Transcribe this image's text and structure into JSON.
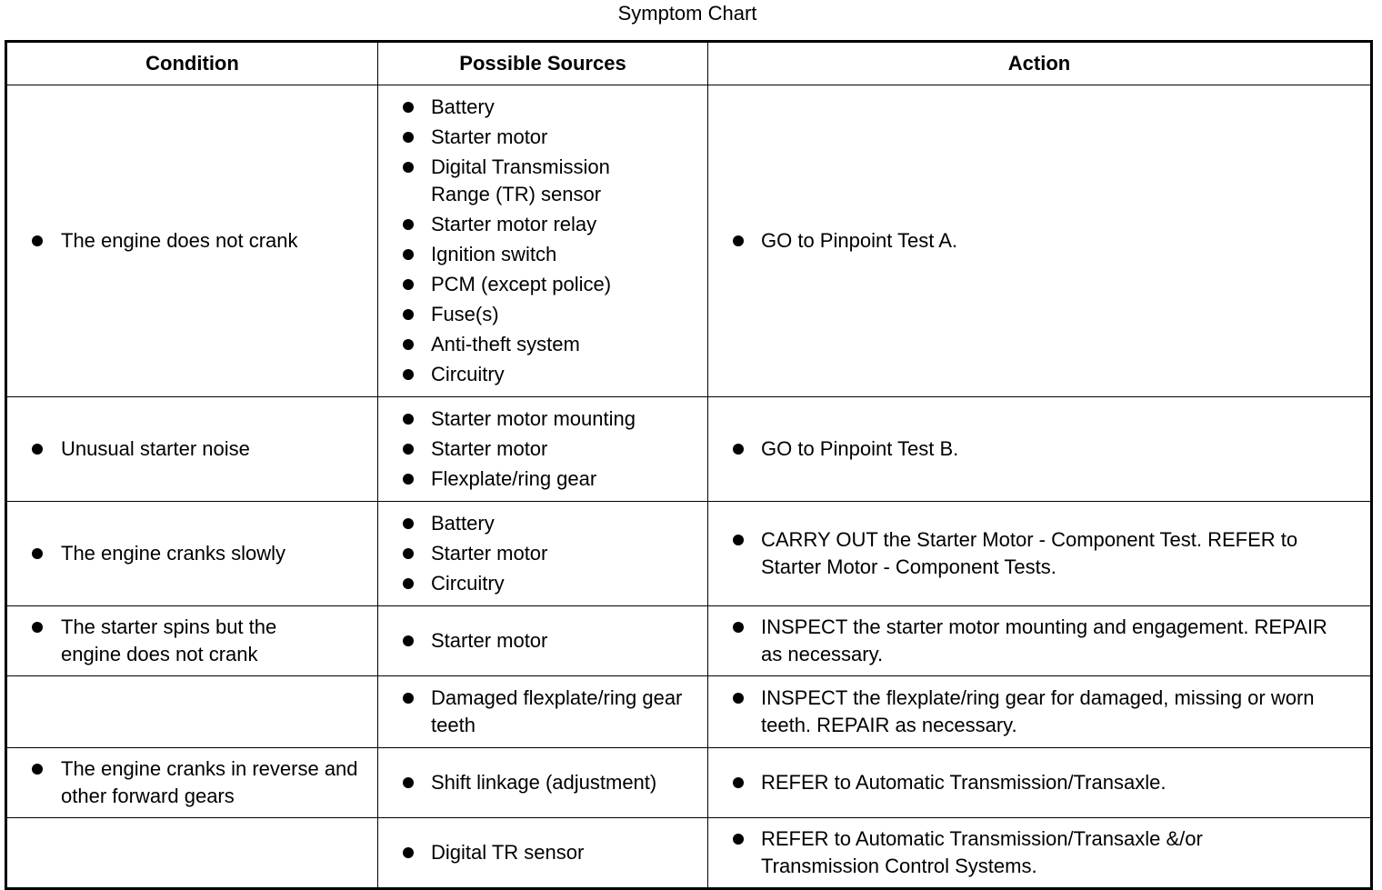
{
  "title": "Symptom Chart",
  "headers": {
    "condition": "Condition",
    "sources": "Possible Sources",
    "action": "Action"
  },
  "rows": [
    {
      "condition": "The engine does not crank",
      "sources": [
        "Battery",
        "Starter motor",
        "Digital Transmission Range (TR) sensor",
        "Starter motor relay",
        "Ignition switch",
        "PCM (except police)",
        "Fuse(s)",
        "Anti-theft system",
        "Circuitry"
      ],
      "action": "GO to Pinpoint Test A."
    },
    {
      "condition": "Unusual starter noise",
      "sources": [
        "Starter motor mounting",
        "Starter motor",
        "Flexplate/ring gear"
      ],
      "action": "GO to Pinpoint Test B."
    },
    {
      "condition": "The engine cranks slowly",
      "sources": [
        "Battery",
        "Starter motor",
        "Circuitry"
      ],
      "action": "CARRY OUT the Starter Motor - Component Test. REFER to Starter Motor - Component Tests."
    },
    {
      "condition": "The starter spins but the engine does not crank",
      "sources": [
        "Starter motor"
      ],
      "action": "INSPECT the starter motor mounting and engagement. REPAIR as necessary."
    },
    {
      "condition": "",
      "sources": [
        "Damaged flexplate/ring gear teeth"
      ],
      "action": "INSPECT the flexplate/ring gear for damaged, missing or worn teeth. REPAIR as necessary."
    },
    {
      "condition": "The engine cranks in reverse and other forward gears",
      "sources": [
        "Shift linkage (adjustment)"
      ],
      "action": "REFER to Automatic Transmission/Transaxle."
    },
    {
      "condition": "",
      "sources": [
        "Digital TR sensor"
      ],
      "action": "REFER to Automatic Transmission/Transaxle &/or Transmission Control Systems."
    }
  ]
}
